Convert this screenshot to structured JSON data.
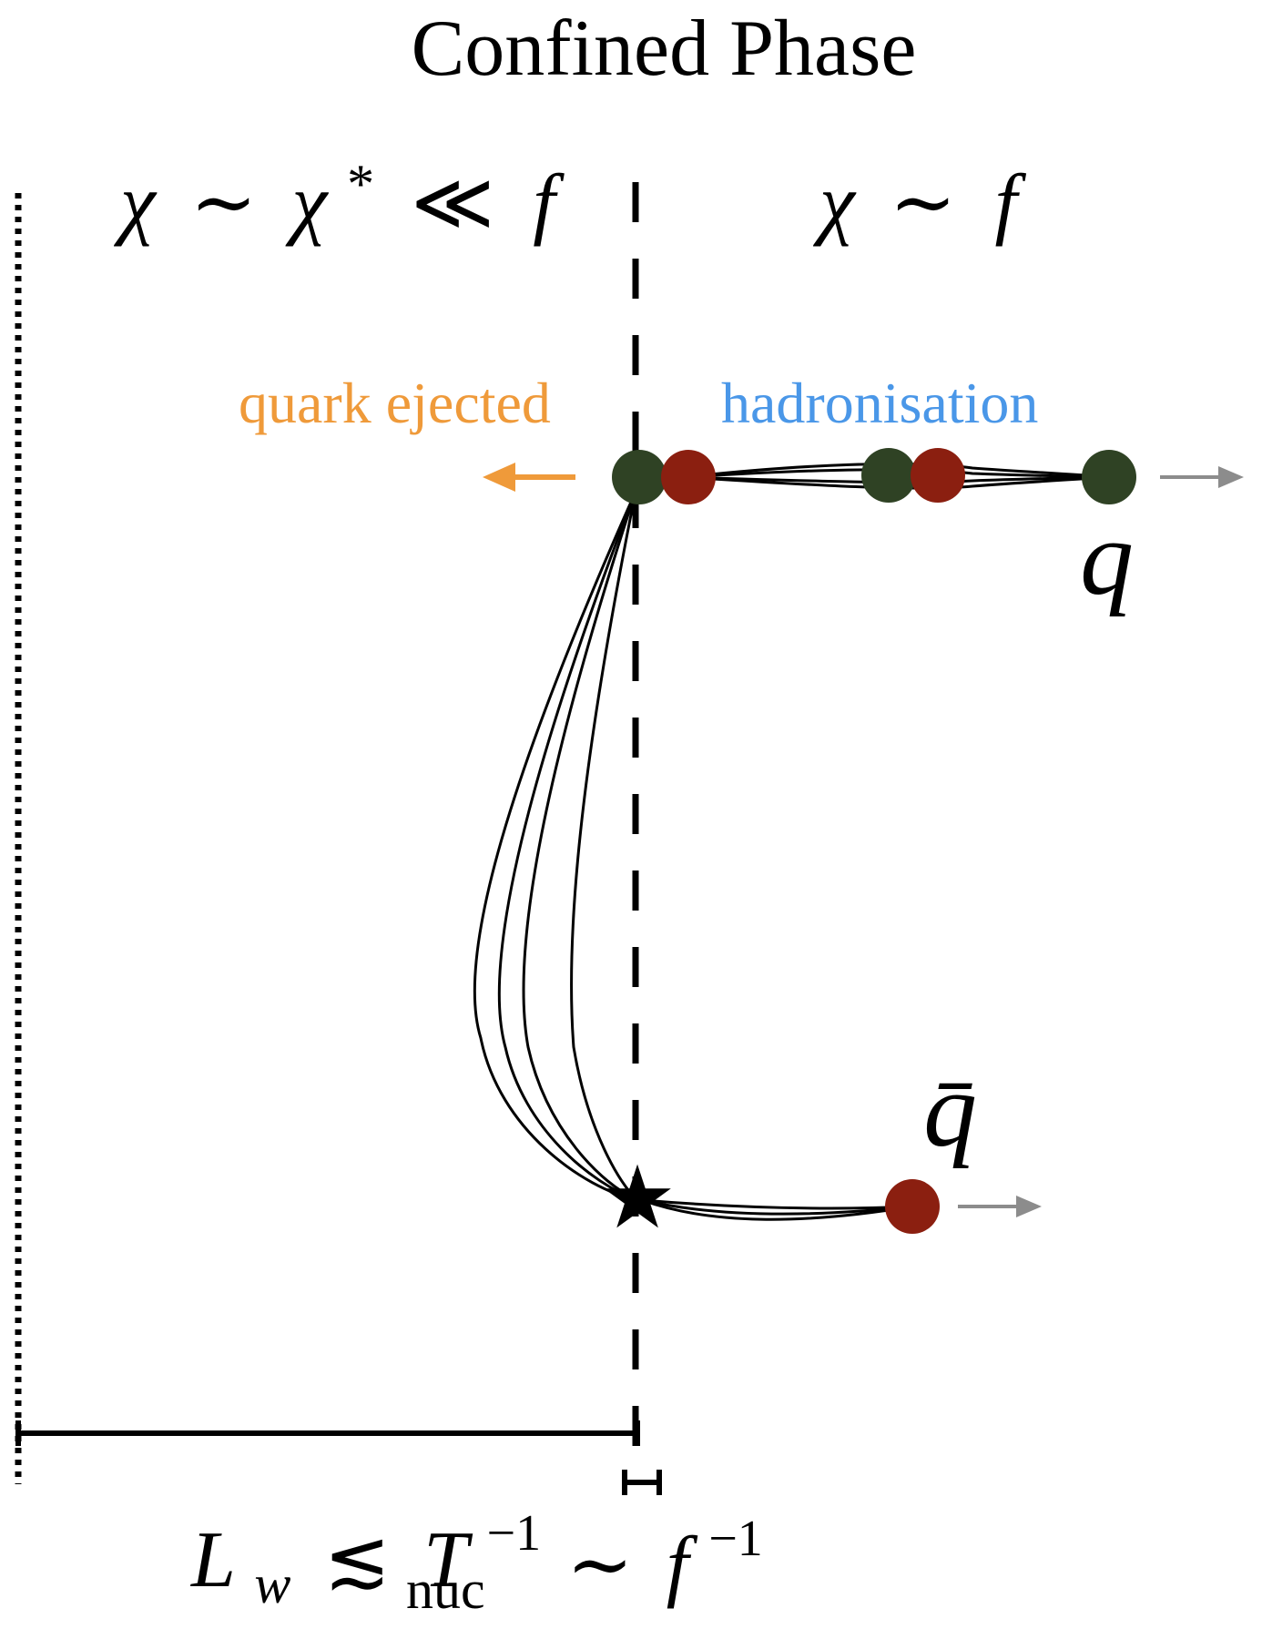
{
  "title": "Confined Phase",
  "left_region": {
    "chi": "χ",
    "sim": "∼",
    "chi_star_base": "χ",
    "chi_star_sup": "*",
    "ll": "≪",
    "f": "f"
  },
  "right_region": {
    "chi": "χ",
    "sim": "∼",
    "f": "f"
  },
  "labels": {
    "quark_ejected": "quark ejected",
    "hadronisation": "hadronisation",
    "q": "q",
    "qbar": "q̄",
    "star": "★"
  },
  "wall_width": {
    "L": "L",
    "w": "w",
    "lesssim": "≲",
    "T": "T",
    "exp": "−1",
    "sub": "nuc"
  },
  "thin_scale": {
    "sim": "∼",
    "f": "f",
    "exp": "−1"
  },
  "colors": {
    "quark_green": "#2f4224",
    "quark_red": "#8b1f10",
    "ejected_orange": "#ef9a3a",
    "hadronisation_blue": "#4a97e8",
    "arrow_gray": "#8c8c8c"
  }
}
